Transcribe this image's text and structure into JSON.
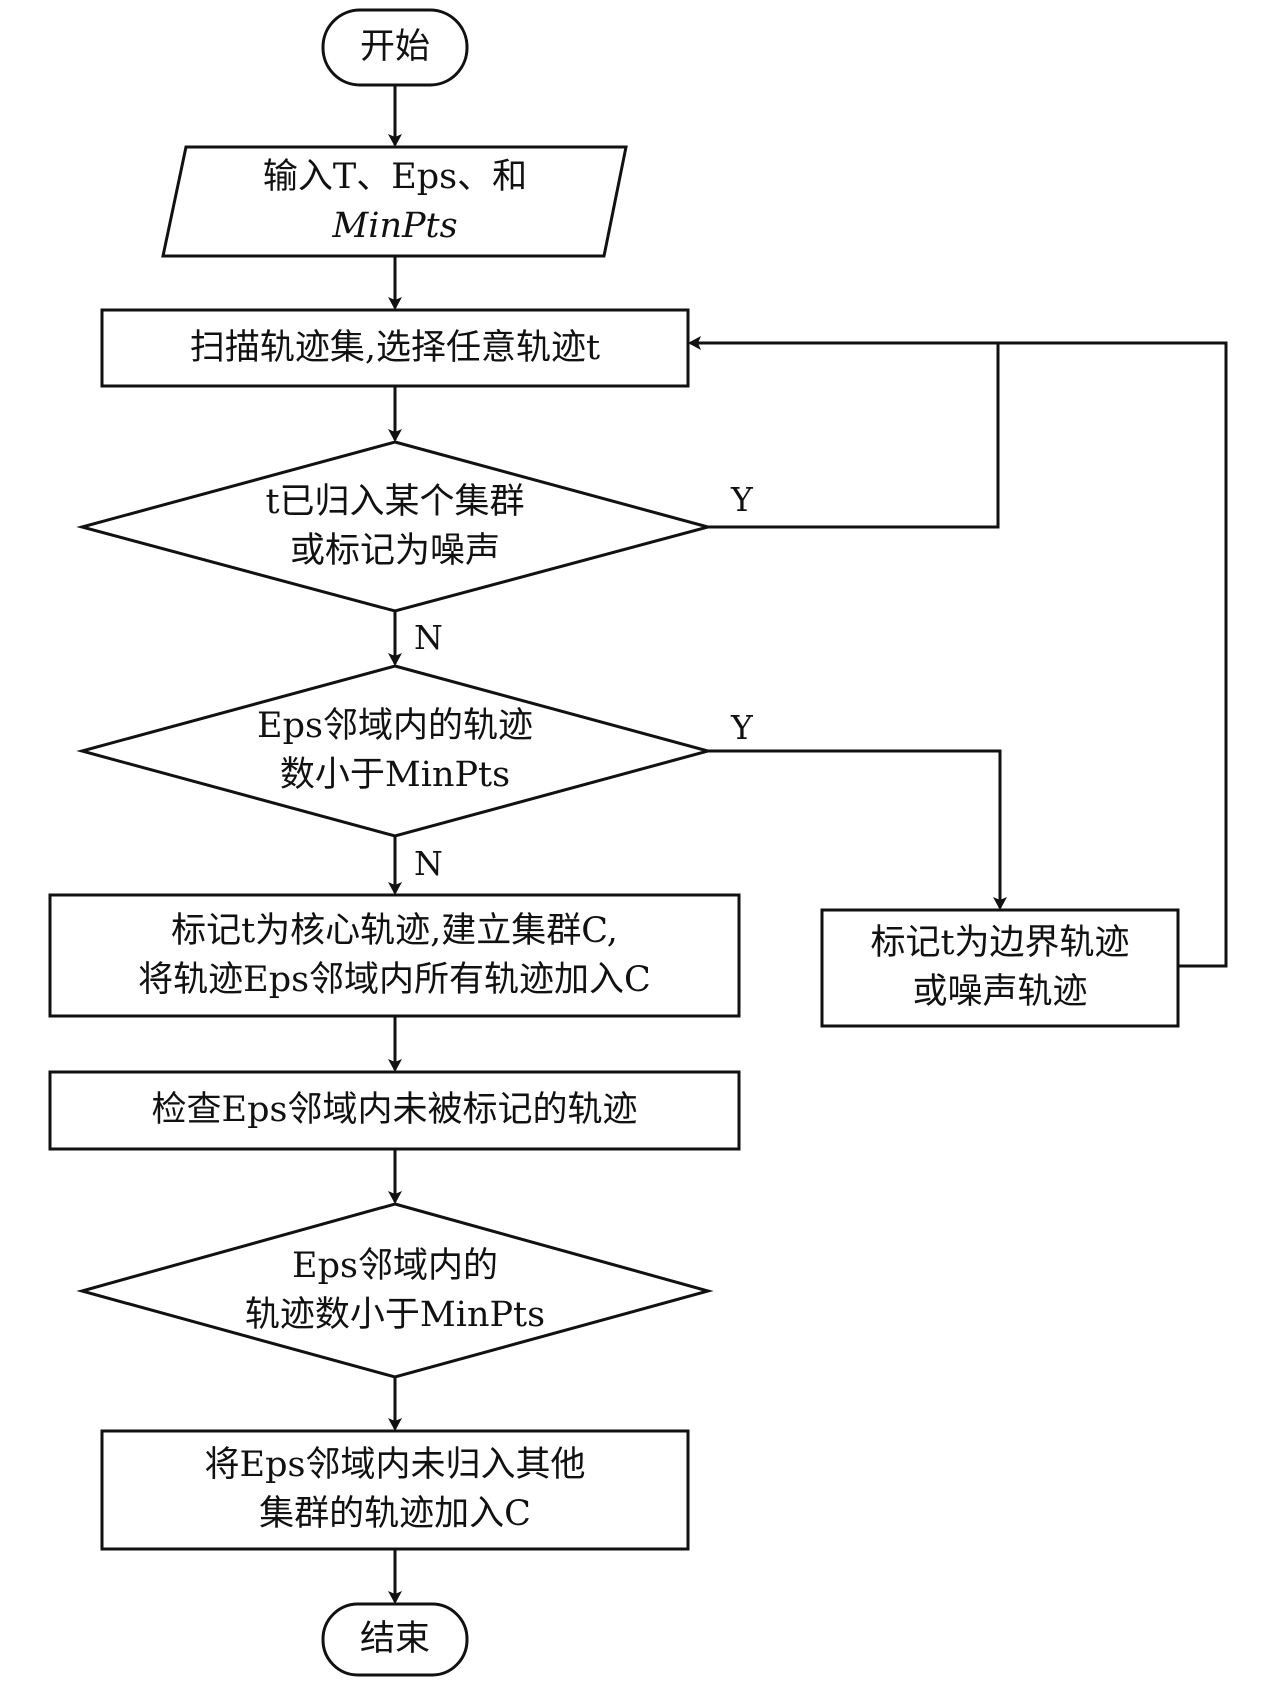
{
  "flowchart": {
    "start": "开始",
    "input": {
      "line1": "输入T、Eps、和",
      "line2": "MinPts"
    },
    "scan": "扫描轨迹集,选择任意轨迹t",
    "decision1": {
      "line1": "t已归入某个集群",
      "line2": "或标记为噪声"
    },
    "decision2": {
      "line1": "Eps邻域内的轨迹",
      "line2": "数小于MinPts"
    },
    "mark_core": {
      "line1": "标记t为核心轨迹,建立集群C,",
      "line2": "将轨迹Eps邻域内所有轨迹加入C"
    },
    "mark_border": {
      "line1": "标记t为边界轨迹",
      "line2": "或噪声轨迹"
    },
    "check": "检查Eps邻域内未被标记的轨迹",
    "decision3": {
      "line1": "Eps邻域内的",
      "line2": "轨迹数小于MinPts"
    },
    "add": {
      "line1": "将Eps邻域内未归入其他",
      "line2": "集群的轨迹加入C"
    },
    "end": "结束",
    "labels": {
      "d1_yes": "Y",
      "d1_no": "N",
      "d2_yes": "Y",
      "d2_no": "N"
    }
  }
}
